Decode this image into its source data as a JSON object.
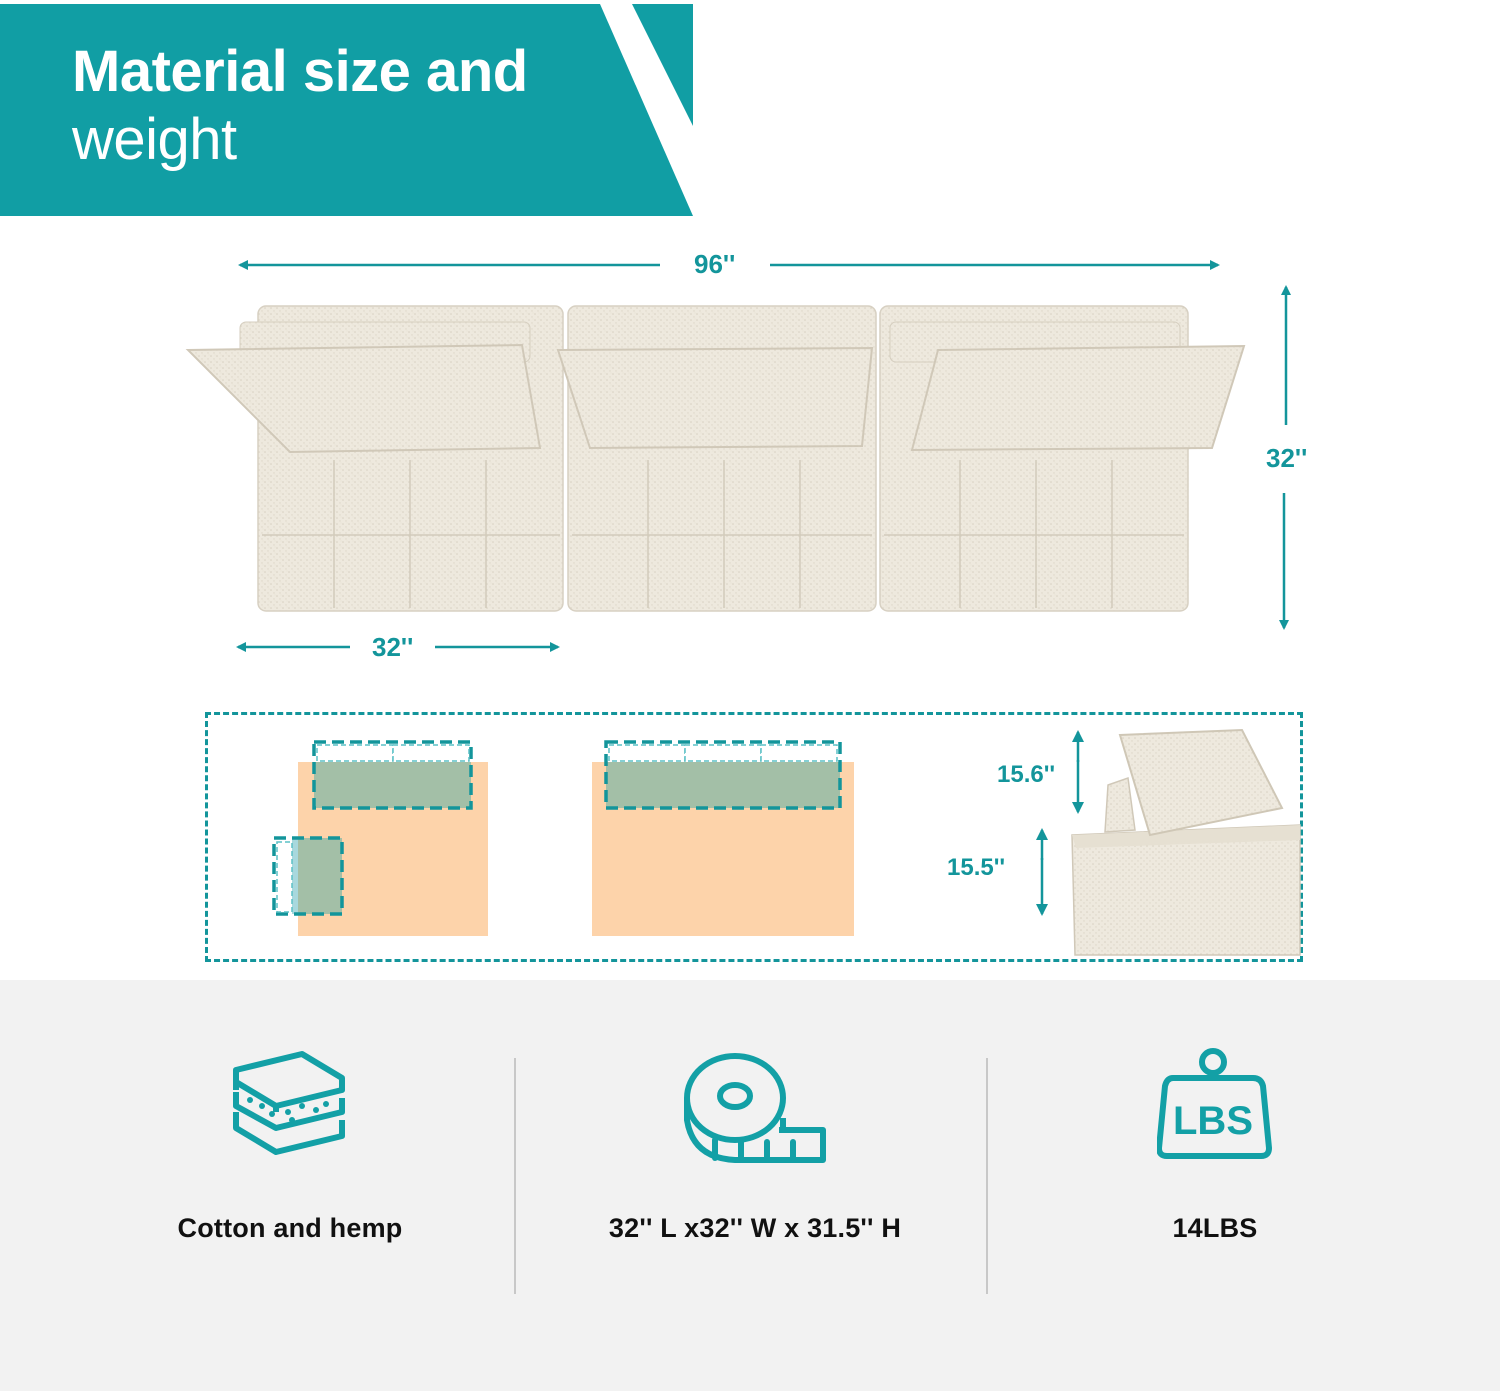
{
  "header": {
    "title_line1": "Material size and",
    "title_line2": "weight",
    "color": "#119ea4"
  },
  "dimensions": {
    "total_width": "96''",
    "depth": "32''",
    "single_width": "32''",
    "back_height": "15.6''",
    "seat_height": "15.5''"
  },
  "layout_diagrams": [
    {
      "name": "l-shape-configuration",
      "description": "L-shaped arrangement"
    },
    {
      "name": "straight-configuration",
      "description": "Three seats in a row"
    }
  ],
  "features": [
    {
      "icon": "layers-icon",
      "label": "Cotton and hemp"
    },
    {
      "icon": "tape-measure-icon",
      "label": "32'' L x32'' W x 31.5'' H"
    },
    {
      "icon": "weight-icon",
      "label": "14LBS",
      "icon_text": "LBS"
    }
  ],
  "colors": {
    "accent": "#13959b",
    "banner": "#119ea4",
    "fabric": "#ede8dc",
    "floor_area": "#fdd3aa",
    "seat_footprint": "#a3bfa7",
    "panel_bg": "#f2f2f2"
  }
}
